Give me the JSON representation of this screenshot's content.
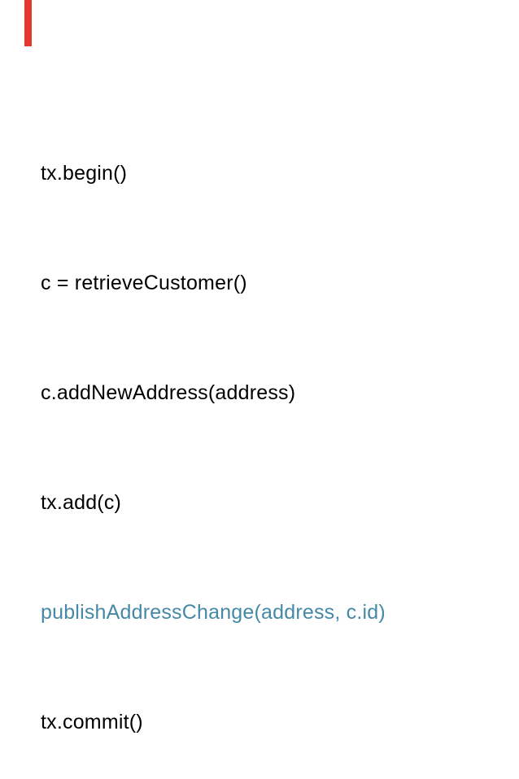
{
  "slide": {
    "background_color": "#ffffff",
    "accent_bar_color": "#e2392e",
    "code": {
      "text_color": "#000000",
      "highlight_color": "#4689a6",
      "lines": [
        {
          "text": "tx.begin()",
          "highlighted": false
        },
        {
          "text": "c = retrieveCustomer()",
          "highlighted": false
        },
        {
          "text": "c.addNewAddress(address)",
          "highlighted": false
        },
        {
          "text": "tx.add(c)",
          "highlighted": false
        },
        {
          "text": "publishAddressChange(address, c.id)",
          "highlighted": true
        },
        {
          "text": "tx.commit()",
          "highlighted": false
        }
      ]
    }
  }
}
